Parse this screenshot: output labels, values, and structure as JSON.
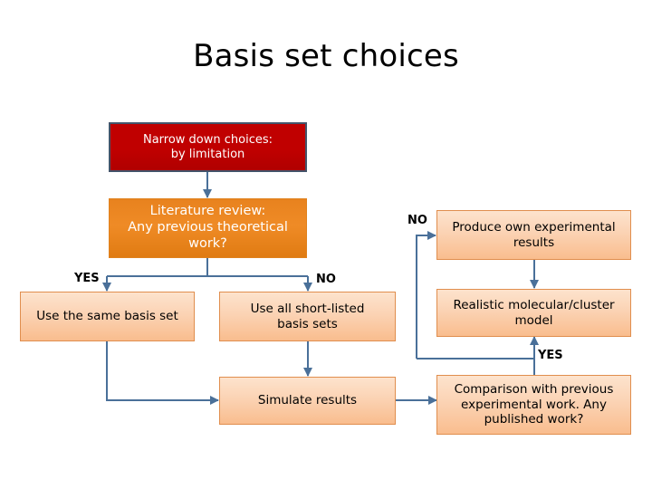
{
  "slide": {
    "title": "Basis set choices",
    "background_color": "#ffffff"
  },
  "palette": {
    "red_fill": "#c00000",
    "red_border": "#44546a",
    "orange_fill": "#e8821e",
    "peach_fill": "#fbd3b4",
    "peach_border": "#e08e4e",
    "connector": "#4a7099",
    "text_dark": "#000000",
    "text_light": "#ffffff"
  },
  "diagram": {
    "type": "flowchart",
    "nodes": [
      {
        "id": "narrow",
        "label": "Narrow down choices: by limitation",
        "style": "red"
      },
      {
        "id": "literature",
        "label": "Literature review: Any previous theoretical work?",
        "style": "orange"
      },
      {
        "id": "same_basis",
        "label": "Use the same basis set",
        "style": "peach"
      },
      {
        "id": "short_list",
        "label": "Use all short-listed basis sets",
        "style": "peach"
      },
      {
        "id": "simulate",
        "label": "Simulate results",
        "style": "peach"
      },
      {
        "id": "produce_exp",
        "label": "Produce own experimental results",
        "style": "peach"
      },
      {
        "id": "realistic",
        "label": "Realistic molecular/cluster model",
        "style": "peach"
      },
      {
        "id": "comparison",
        "label": "Comparison with previous experimental work. Any published work?",
        "style": "peach"
      }
    ],
    "node_text": {
      "narrow_line1": "Narrow down choices:",
      "narrow_line2": "by limitation",
      "literature_line1": "Literature review:",
      "literature_line2": "Any previous theoretical",
      "literature_line3": "work?",
      "same_basis": "Use the same basis set",
      "short_list_line1": "Use all short-listed",
      "short_list_line2": "basis sets",
      "simulate": "Simulate results",
      "produce_exp_line1": "Produce own experimental",
      "produce_exp_line2": "results",
      "realistic_line1": "Realistic molecular/cluster",
      "realistic_line2": "model",
      "comparison_line1": "Comparison with previous",
      "comparison_line2": "experimental work. Any",
      "comparison_line3": "published work?"
    },
    "edge_labels": {
      "yes_left": "YES",
      "no_center": "NO",
      "no_right": "NO",
      "yes_right": "YES"
    }
  }
}
